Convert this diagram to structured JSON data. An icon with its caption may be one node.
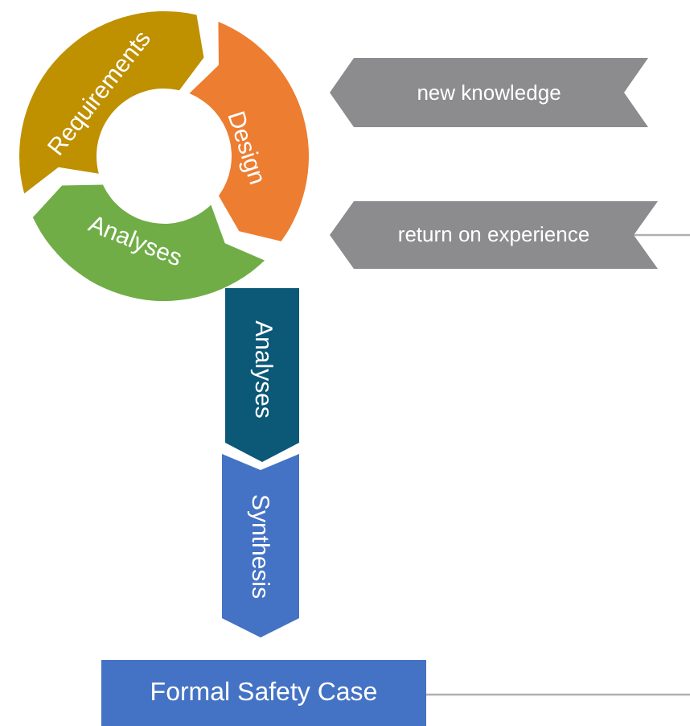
{
  "diagram": {
    "nodes": [
      {
        "text": [
          "Requirements"
        ]
      },
      {
        "text": [
          "Design"
        ]
      },
      {
        "text": [
          "Analyses"
        ]
      },
      {
        "text": [
          "new knowledge"
        ]
      },
      {
        "text": [
          "return on experience"
        ]
      },
      {
        "text": [
          "Analyses"
        ]
      },
      {
        "text": [
          "Synthesis"
        ]
      },
      {
        "text": [
          "Formal Safety Case"
        ]
      }
    ],
    "edges": [
      {
        "from": 4,
        "to": null,
        "arrow": "none"
      },
      {
        "from": 7,
        "to": null,
        "arrow": "none"
      }
    ]
  }
}
